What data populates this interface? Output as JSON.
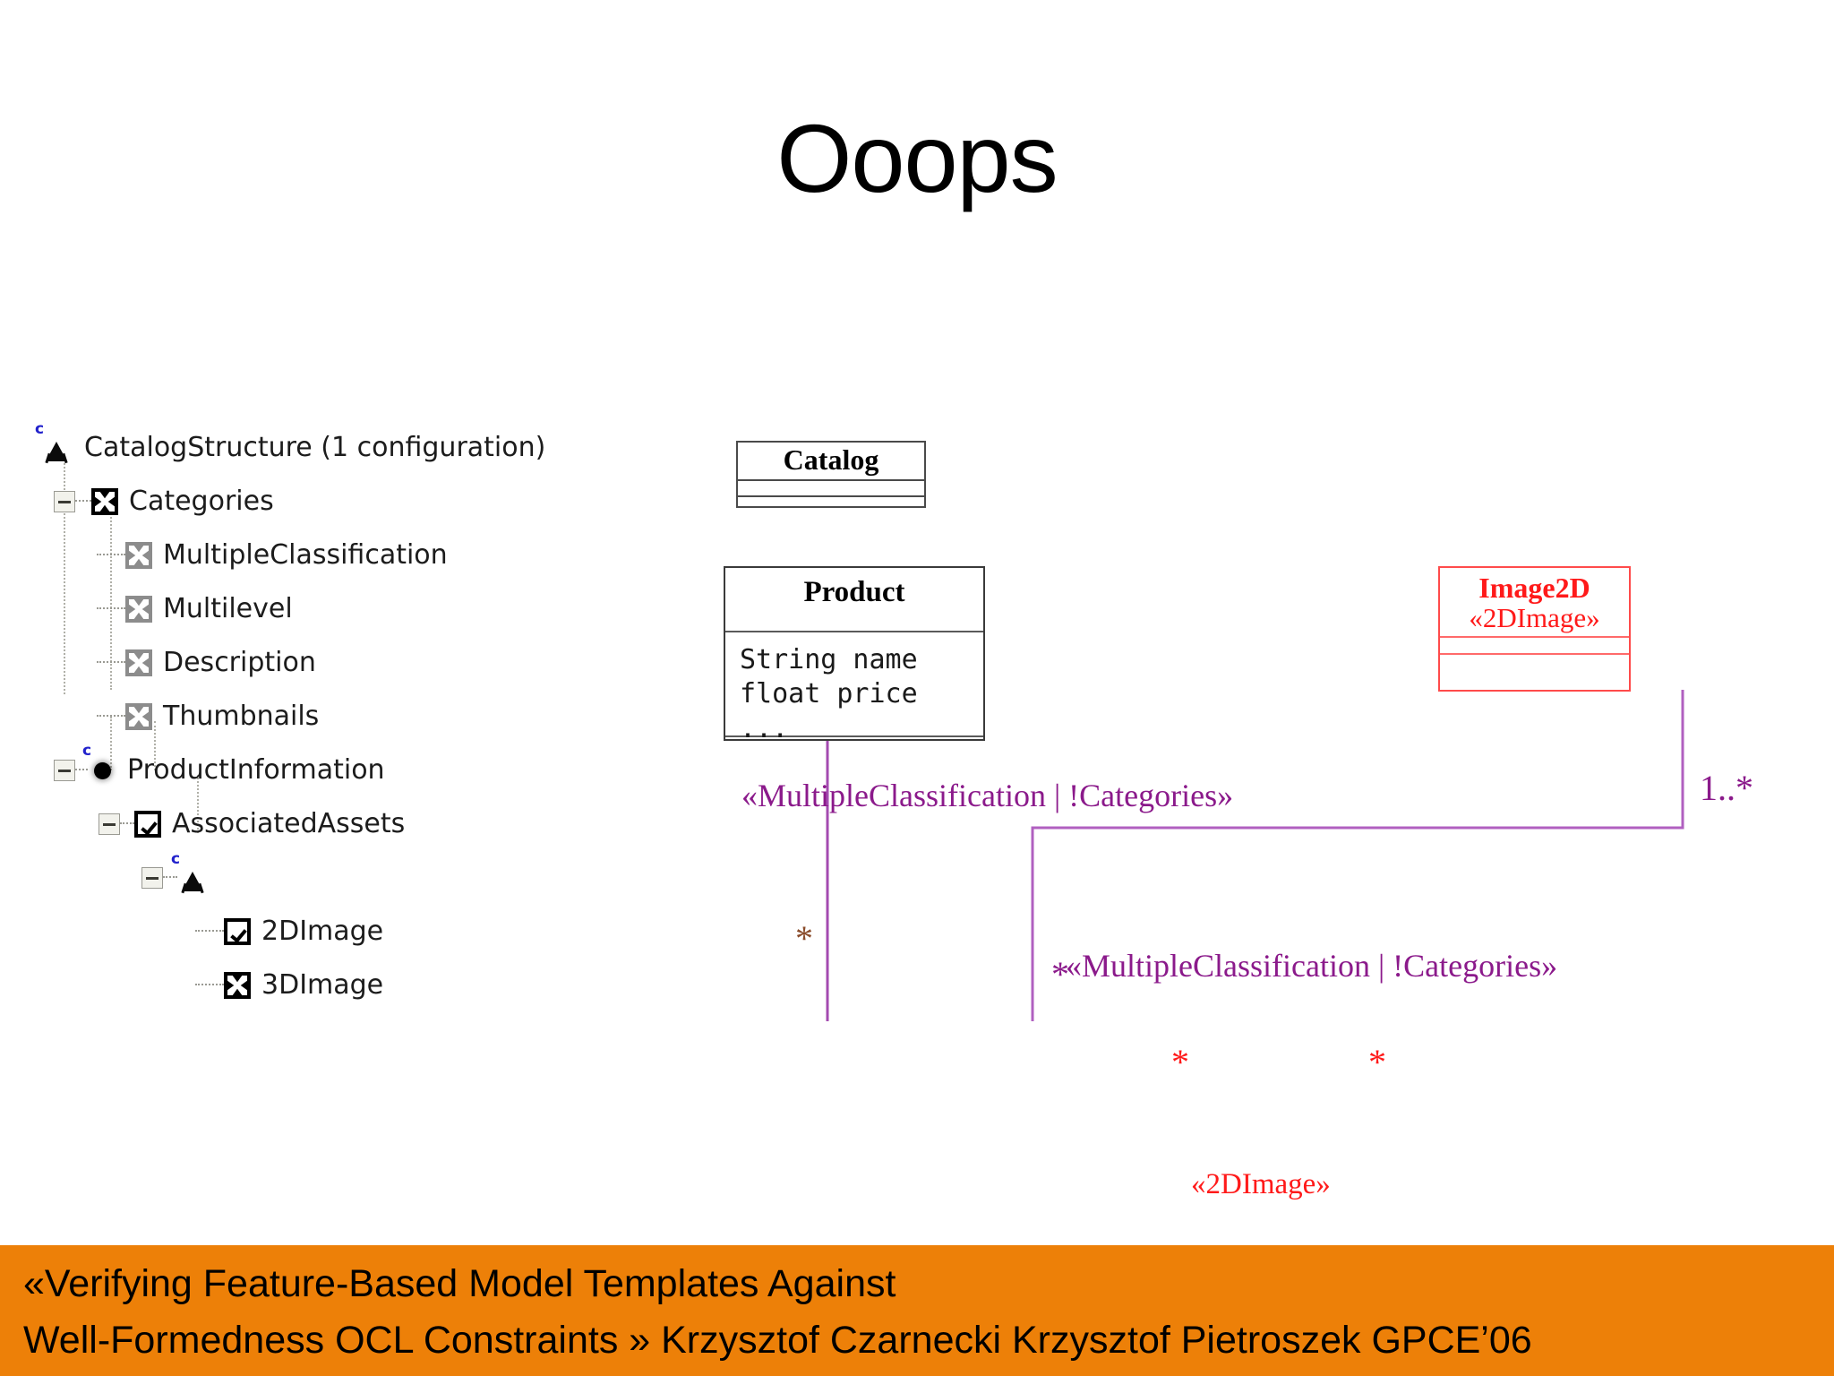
{
  "slide": {
    "title": "Ooops"
  },
  "feature_tree": {
    "rows": [
      {
        "label": "CatalogStructure (1 configuration)",
        "icon": "xor-group-icon",
        "depth": 0,
        "expander": false
      },
      {
        "label": "Categories",
        "icon": "optional-feature-black-icon",
        "depth": 1,
        "expander": true
      },
      {
        "label": "MultipleClassification",
        "icon": "optional-feature-grey-icon",
        "depth": 2,
        "expander": false
      },
      {
        "label": "Multilevel",
        "icon": "optional-feature-grey-icon",
        "depth": 2,
        "expander": false
      },
      {
        "label": "Description",
        "icon": "optional-feature-grey-icon",
        "depth": 2,
        "expander": false
      },
      {
        "label": "Thumbnails",
        "icon": "optional-feature-grey-icon",
        "depth": 2,
        "expander": false
      },
      {
        "label": "ProductInformation",
        "icon": "or-group-icon",
        "depth": 1,
        "expander": true
      },
      {
        "label": "AssociatedAssets",
        "icon": "selected-feature-icon",
        "depth": 2,
        "expander": true
      },
      {
        "label": "",
        "icon": "xor-group-icon",
        "depth": 3,
        "expander": true
      },
      {
        "label": "2DImage",
        "icon": "selected-feature-icon",
        "depth": 4,
        "expander": false
      },
      {
        "label": "3DImage",
        "icon": "optional-feature-black-icon",
        "depth": 4,
        "expander": false
      }
    ]
  },
  "uml": {
    "classes": [
      {
        "name": "Catalog",
        "stereotype": "",
        "attributes": "",
        "color": "#2b2b2b"
      },
      {
        "name": "Product",
        "stereotype": "",
        "attributes": "String name\nfloat price\n...",
        "color": "#2b2b2b"
      },
      {
        "name": "Image2D",
        "stereotype": "«2DImage»",
        "attributes": "",
        "color": "#FF1A1A"
      }
    ],
    "annotations": {
      "presence_condition_1": "«MultipleClassification | !Categories»",
      "presence_condition_2": "«MultipleClassification | !Categories»",
      "association_stereotype": "«2DImage»",
      "mult_catalog_end": "*",
      "mult_product_upper": "*",
      "mult_one_to_many": "1..*",
      "mult_product_right": "*",
      "mult_image_left": "*"
    },
    "colors": {
      "purple": "#8B1A8B",
      "purple_line": "#B060C0",
      "red": "#FF1A1A",
      "red_line": "#FF6A6A",
      "black": "#2b2b2b",
      "brown": "#8a4b2a"
    }
  },
  "banner": {
    "line1": "«Verifying Feature-Based Model Templates Against",
    "line2": "Well-Formedness OCL Constraints » Krzysztof Czarnecki Krzysztof Pietroszek GPCE’06",
    "background": "#ED8008"
  }
}
